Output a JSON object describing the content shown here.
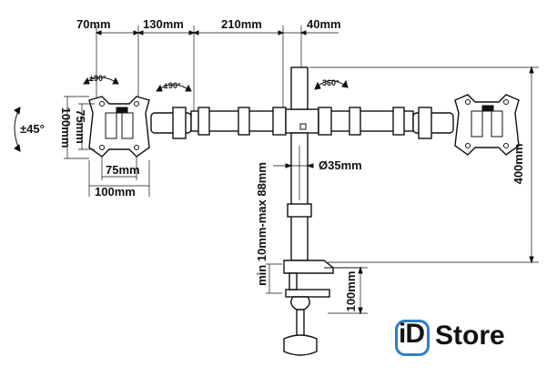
{
  "dimensions": {
    "top": [
      "70mm",
      "130mm",
      "210mm",
      "40mm"
    ],
    "vesa_h_outer": "100mm",
    "vesa_h_inner": "75mm",
    "vesa_v_outer": "100mm",
    "vesa_v_inner": "75mm",
    "pole_diameter": "Ø35mm",
    "pole_height": "400mm",
    "desk_thickness": "min 10mm-max 88mm",
    "clamp_height": "100mm"
  },
  "rotations": {
    "tilt": "±45°",
    "panel_swivel": "±90°",
    "arm_swivel": "±90°",
    "pole_rotation": "360°"
  },
  "brand": {
    "prefix": "iD",
    "name": "Store",
    "accent_color": "#2f7fc6"
  },
  "colors": {
    "line": "#111111",
    "background": "#ffffff"
  }
}
